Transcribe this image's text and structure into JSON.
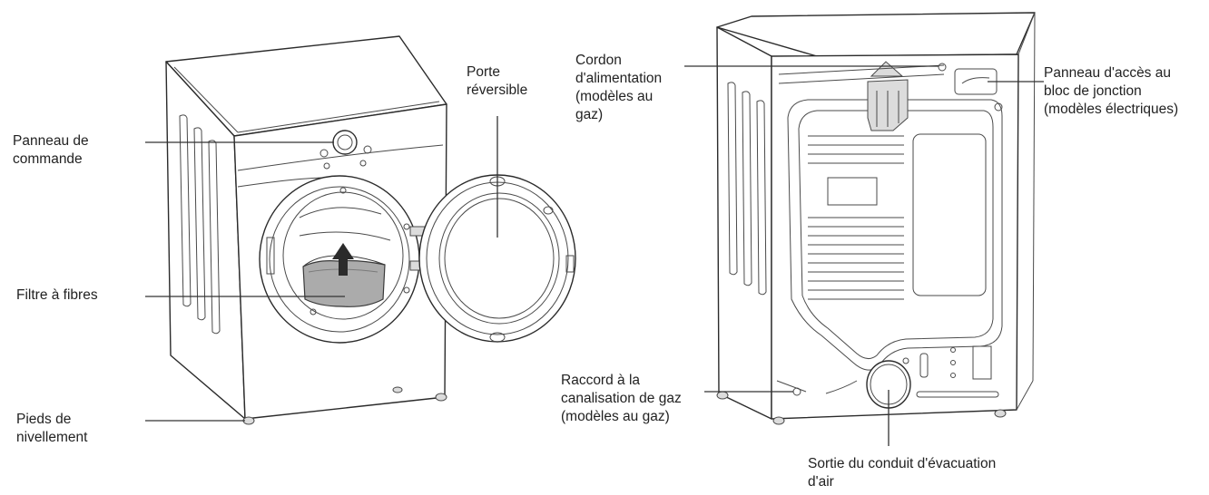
{
  "labels": {
    "control_panel": [
      "Panneau de",
      "commande"
    ],
    "lint_filter": [
      "Filtre à fibres"
    ],
    "leveling_feet": [
      "Pieds de",
      "nivellement"
    ],
    "reversible_door": [
      "Porte",
      "réversible"
    ],
    "power_cord": [
      "Cordon",
      "d'alimentation",
      "(modèles au",
      "gaz)"
    ],
    "terminal_block_panel": [
      "Panneau d'accès au",
      "bloc de jonction",
      "(modèles électriques)"
    ],
    "gas_connection": [
      "Raccord à la",
      "canalisation de gaz",
      "(modèles au gaz)"
    ],
    "exhaust_outlet": [
      "Sortie du conduit d'évacuation",
      "d'air"
    ]
  },
  "colors": {
    "line": "#333333",
    "filter_fill": "#b0b0b0",
    "arrow": "#2b2b2b"
  }
}
